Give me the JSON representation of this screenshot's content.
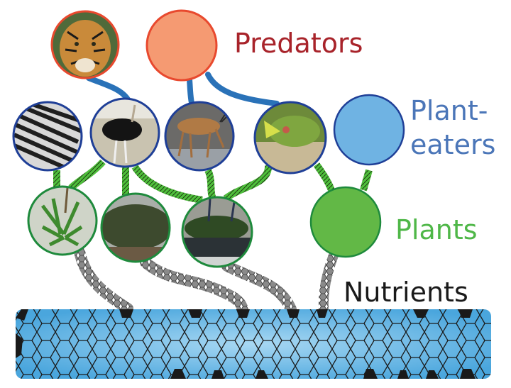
{
  "labels": {
    "predators": "Predators",
    "plant_eaters_line1": "Plant-",
    "plant_eaters_line2": "eaters",
    "plants": "Plants",
    "nutrients": "Nutrients"
  },
  "levels": {
    "predators": {
      "color_fill": "#f59a72",
      "color_stroke": "#e8492e",
      "nodes": [
        {
          "name": "tiger",
          "photo": true
        },
        {
          "name": "generic-predator",
          "photo": false
        }
      ]
    },
    "plant_eaters": {
      "color_fill": "#6fb3e3",
      "color_stroke": "#1f3f97",
      "nodes": [
        {
          "name": "zebra",
          "photo": true
        },
        {
          "name": "ostrich",
          "photo": true
        },
        {
          "name": "impala",
          "photo": true
        },
        {
          "name": "grasshopper",
          "photo": true
        },
        {
          "name": "generic-plant-eater",
          "photo": false
        }
      ]
    },
    "plants": {
      "color_fill": "#62b846",
      "color_stroke": "#1e8a3c",
      "nodes": [
        {
          "name": "aloe-plant",
          "photo": true
        },
        {
          "name": "acacia-bush",
          "photo": true
        },
        {
          "name": "riverside-vegetation",
          "photo": true
        },
        {
          "name": "generic-plant",
          "photo": false
        }
      ]
    },
    "nutrients": {
      "color_fill": "#5aaee0",
      "color_stroke": "#1a1a1a"
    }
  },
  "colors": {
    "predator_links": "#2a72b8",
    "plant_eater_links": "#4fbf3c",
    "nutrient_links": "#6e6e6e"
  }
}
